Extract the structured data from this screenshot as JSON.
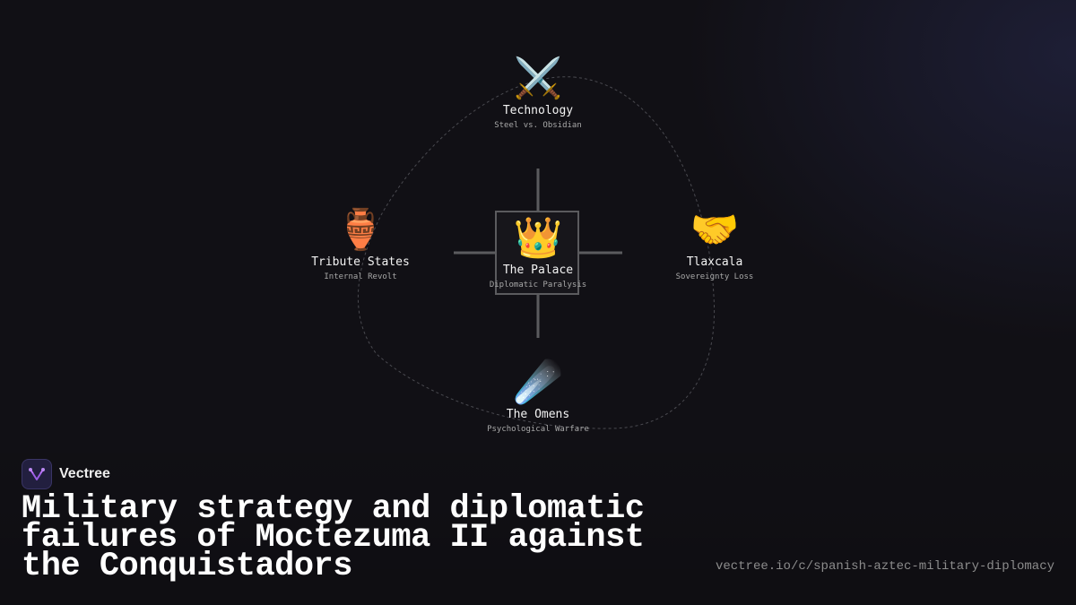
{
  "diagram": {
    "center": {
      "icon": "crown-icon",
      "emoji": "👑",
      "label": "The Palace",
      "sublabel": "Diplomatic Paralysis"
    },
    "nodes": {
      "top": {
        "icon": "crossed-swords-icon",
        "emoji": "⚔️",
        "label": "Technology",
        "sublabel": "Steel vs. Obsidian"
      },
      "left": {
        "icon": "amphora-icon",
        "emoji": "🏺",
        "label": "Tribute States",
        "sublabel": "Internal Revolt"
      },
      "right": {
        "icon": "handshake-icon",
        "emoji": "🤝",
        "label": "Tlaxcala",
        "sublabel": "Sovereignty Loss"
      },
      "bottom": {
        "icon": "comet-icon",
        "emoji": "☄️",
        "label": "The Omens",
        "sublabel": "Psychological Warfare"
      }
    }
  },
  "brand": {
    "name": "Vectree",
    "logo_icon": "vectree-logo-icon"
  },
  "headline": "Military strategy and diplomatic failures of Moctezuma II against the Conquistadors",
  "url": "vectree.io/c/spanish-aztec-military-diplomacy",
  "colors": {
    "background": "#111015",
    "accent": "#9b5de5",
    "connector": "#5b5b5e"
  }
}
